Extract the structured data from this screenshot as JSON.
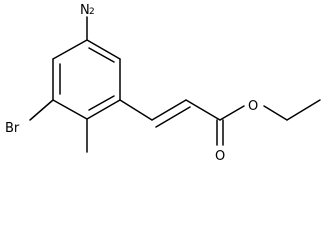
{
  "structure": {
    "atoms": {
      "amino": {
        "symbol": "N",
        "hydrogens": "2"
      },
      "bromo": {
        "symbol": "Br"
      },
      "ester_oxygen": {
        "symbol": "O"
      },
      "carbonyl_oxygen": {
        "symbol": "O"
      }
    }
  },
  "colors": {
    "bond": "#000000",
    "text": "#000000",
    "background": "#ffffff"
  }
}
